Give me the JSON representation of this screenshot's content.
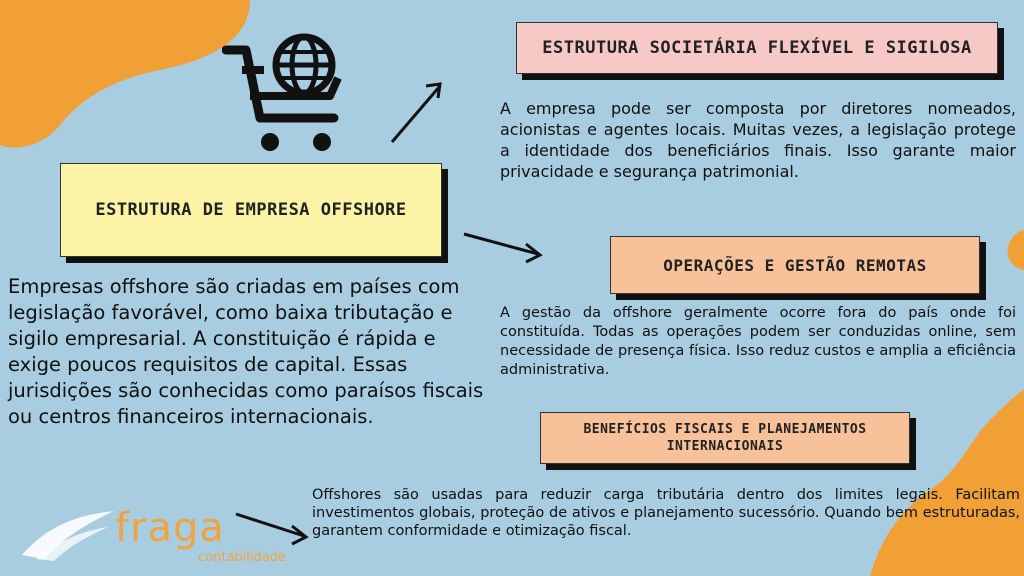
{
  "colors": {
    "background": "#a9cde0",
    "orange_accent": "#f0a035",
    "card_pink": "#f6c9c6",
    "card_yellow": "#fbf3a5",
    "card_peach": "#f7c19a",
    "logo_orange": "#f0a341"
  },
  "icons": {
    "hero": "shopping-cart-globe-icon"
  },
  "main_card": {
    "title": "ESTRUTURA DE EMPRESA OFFSHORE"
  },
  "intro": {
    "text": "Empresas offshore são criadas em países com legislação favorável, como baixa tributação e sigilo empresarial. A constituição é rápida e exige poucos requisitos de capital. Essas jurisdições são conhecidas como paraísos fiscais ou centros financeiros internacionais."
  },
  "sections": [
    {
      "title": "ESTRUTURA SOCIETÁRIA FLEXÍVEL E SIGILOSA",
      "text": "A empresa pode ser composta por diretores nomeados, acionistas e agentes locais. Muitas vezes, a legislação protege a identidade dos beneficiários finais. Isso garante maior privacidade e segurança patrimonial."
    },
    {
      "title": "OPERAÇÕES E GESTÃO REMOTAS",
      "text": "A gestão da offshore geralmente ocorre fora do país onde foi constituída. Todas as operações podem ser conduzidas online, sem necessidade de presença física. Isso reduz custos e amplia a eficiência administrativa."
    },
    {
      "title": "BENEFÍCIOS FISCAIS E PLANEJAMENTOS INTERNACIONAIS",
      "text": "Offshores são usadas para reduzir carga tributária dentro dos limites legais. Facilitam investimentos globais, proteção de ativos e planejamento sucessório. Quando bem estruturadas, garantem conformidade e otimização fiscal."
    }
  ],
  "logo": {
    "name": "fraga",
    "subtitle": "contabilidade"
  }
}
